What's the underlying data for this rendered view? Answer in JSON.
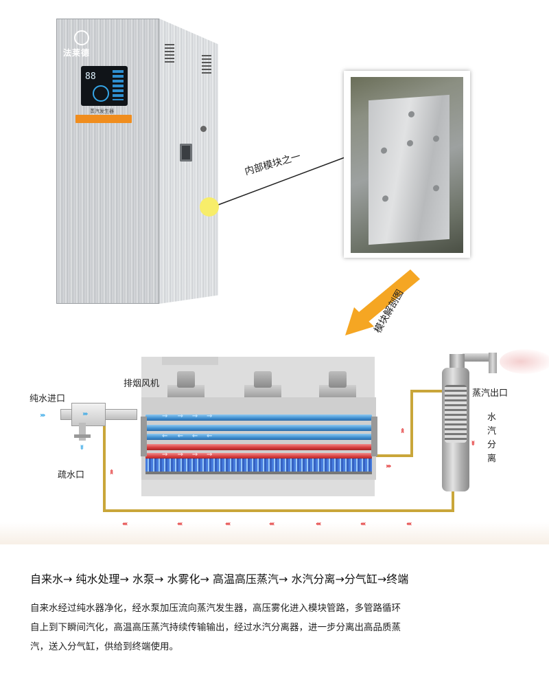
{
  "product": {
    "brand": "法莱德",
    "display_digits": "88",
    "panel_caption": "蒸汽发生器"
  },
  "callouts": {
    "inner_module": "内部模块之一",
    "cutaway": "模块解剖图"
  },
  "diagram_labels": {
    "pure_water_inlet": "纯水进口",
    "drain_outlet": "疏水口",
    "exhaust_fan": "排烟风机",
    "steam_outlet": "蒸汽出口",
    "water_steam_separation": [
      "水",
      "汽",
      "分",
      "离"
    ]
  },
  "colors": {
    "flow_cold": "#2aa3e6",
    "flow_hot": "#e02424",
    "pipe": "#c9a63a",
    "callout_arrow": "#f5a623"
  },
  "process": {
    "steps_line": "自来水→ 纯水处理→ 水泵→ 水雾化→ 高温高压蒸汽→ 水汽分离→分气缸→终端"
  },
  "description": {
    "lines": [
      "自来水经过纯水器净化，经水泵加压流向蒸汽发生器，高压雾化进入模块管路，多管路循环",
      "自上到下瞬间汽化，高温高压蒸汽持续传输输出，经过水汽分离器，进一步分离出高品质蒸",
      "汽，送入分气缸，供给到终端使用。"
    ]
  }
}
